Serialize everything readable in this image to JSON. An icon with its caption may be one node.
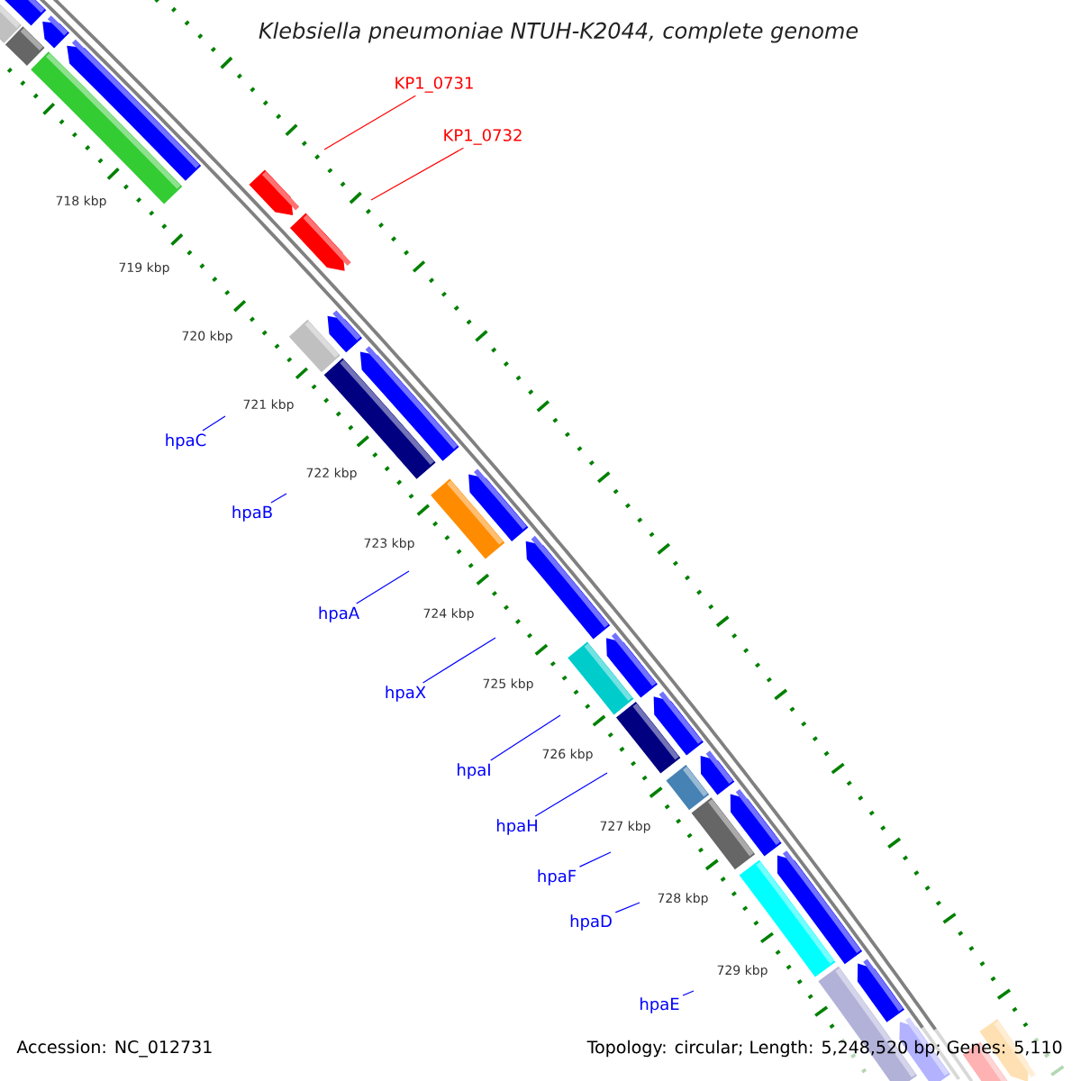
{
  "diagram": {
    "title": "Klebsiella pneumoniae NTUH-K2044, complete genome",
    "nodes": [
      {
        "text": [
          "KP1_0731"
        ]
      },
      {
        "text": [
          "KP1_0732"
        ]
      },
      {
        "text": [
          "hpaC"
        ]
      },
      {
        "text": [
          "hpaB"
        ]
      },
      {
        "text": [
          "hpaA"
        ]
      },
      {
        "text": [
          "hpaX"
        ]
      },
      {
        "text": [
          "hpaI"
        ]
      },
      {
        "text": [
          "hpaH"
        ]
      },
      {
        "text": [
          "hpaF"
        ]
      },
      {
        "text": [
          "hpaD"
        ]
      },
      {
        "text": [
          "hpaE"
        ]
      }
    ],
    "edges": [
      {
        "from": 0,
        "to": null,
        "arrow": "none",
        "color": "#ff0000"
      },
      {
        "from": 1,
        "to": null,
        "arrow": "none",
        "color": "#ff0000"
      },
      {
        "from": 2,
        "to": null,
        "arrow": "none"
      },
      {
        "from": 3,
        "to": null,
        "arrow": "none"
      },
      {
        "from": 4,
        "to": null,
        "arrow": "none"
      },
      {
        "from": 5,
        "to": null,
        "arrow": "none"
      },
      {
        "from": 6,
        "to": null,
        "arrow": "none"
      },
      {
        "from": 7,
        "to": null,
        "arrow": "none"
      },
      {
        "from": 8,
        "to": null,
        "arrow": "none"
      },
      {
        "from": 9,
        "to": null,
        "arrow": "none"
      },
      {
        "from": 10,
        "to": null,
        "arrow": "none"
      }
    ],
    "labels": [
      "718 kbp",
      "719 kbp",
      "720 kbp",
      "721 kbp",
      "722 kbp",
      "723 kbp",
      "724 kbp",
      "725 kbp",
      "726 kbp",
      "727 kbp",
      "728 kbp",
      "729 kbp",
      "Accession: NC_012731",
      "Topology: circular; Length: 5,248,520 bp; Genes: 5,110"
    ]
  }
}
